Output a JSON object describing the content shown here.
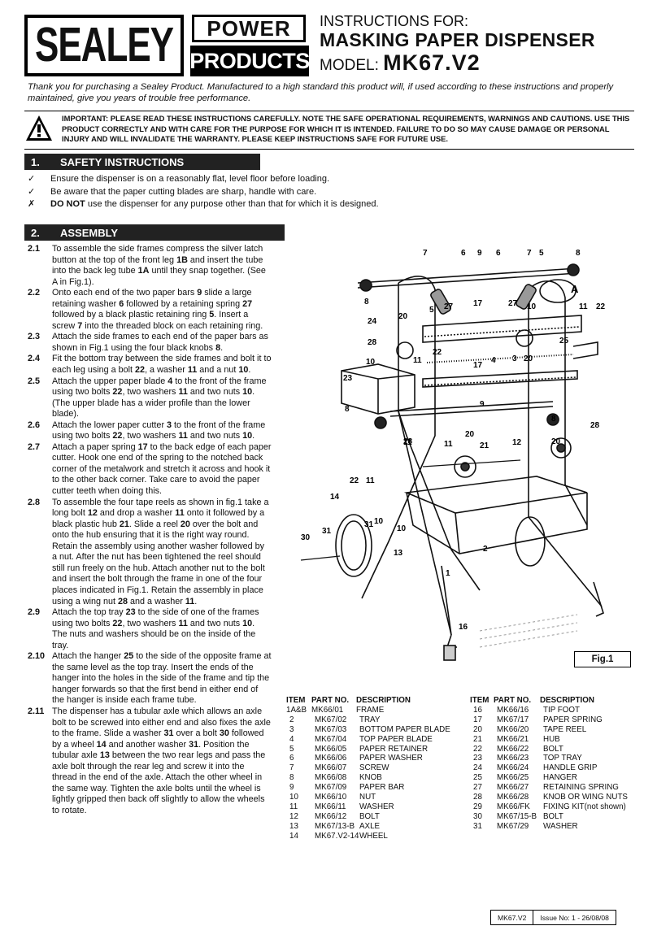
{
  "header": {
    "logo_sealey": "SEALEY",
    "logo_power": "POWER",
    "logo_products": "PRODUCTS",
    "instructions_for": "INSTRUCTIONS FOR:",
    "title": "MASKING PAPER DISPENSER",
    "model_label": "MODEL:",
    "model_number": "MK67.V2"
  },
  "intro": "Thank you for purchasing a Sealey Product. Manufactured to a high standard this product will, if used according to these instructions and properly maintained, give you years of trouble free performance.",
  "warning": "IMPORTANT: PLEASE READ THESE INSTRUCTIONS CAREFULLY. NOTE THE SAFE OPERATIONAL REQUIREMENTS, WARNINGS AND CAUTIONS. USE THIS PRODUCT CORRECTLY AND WITH CARE FOR THE PURPOSE FOR WHICH IT IS INTENDED. FAILURE TO DO SO MAY CAUSE DAMAGE OR PERSONAL INJURY AND WILL INVALIDATE THE WARRANTY. PLEASE KEEP INSTRUCTIONS SAFE FOR FUTURE USE.",
  "section1": {
    "number": "1.",
    "title": "SAFETY INSTRUCTIONS",
    "items": [
      {
        "mark": "✓",
        "text": "Ensure the dispenser is on a reasonably flat, level floor before loading."
      },
      {
        "mark": "✓",
        "text": "Be aware that the paper cutting blades are sharp, handle with care."
      },
      {
        "mark": "✗",
        "text": "DO NOT use the dispenser for any purpose other than that for which it is designed."
      }
    ]
  },
  "section2": {
    "number": "2.",
    "title": "ASSEMBLY",
    "items": [
      {
        "num": "2.1",
        "text": "To assemble the side frames compress the silver latch button at the top of the front leg 1B and insert the tube into the back leg tube 1A until they snap together. (See A in Fig.1)."
      },
      {
        "num": "2.2",
        "text": "Onto each end of the two paper bars 9 slide a large retaining washer 6 followed by a retaining spring 27 followed by a black plastic retaining ring 5. Insert a screw 7 into the threaded block on each retaining ring."
      },
      {
        "num": "2.3",
        "text": "Attach the side frames to each end of the paper bars as shown in Fig.1 using the four black knobs 8."
      },
      {
        "num": "2.4",
        "text": "Fit the bottom tray between the side frames and bolt it to each leg using a bolt 22, a washer 11 and a nut 10."
      },
      {
        "num": "2.5",
        "text": "Attach the upper paper blade 4 to the front of the frame using two bolts 22, two washers 11 and two nuts 10. (The upper blade has a wider profile than the lower blade)."
      },
      {
        "num": "2.6",
        "text": "Attach the lower paper cutter 3 to the front of the frame using two bolts 22, two washers 11 and two nuts 10."
      },
      {
        "num": "2.7",
        "text": "Attach a paper spring 17 to the back edge of each paper cutter. Hook one end of the spring to the notched back corner of the metalwork and stretch it across and hook it to the other back corner. Take care to avoid the paper cutter teeth when doing this."
      },
      {
        "num": "2.8",
        "text": "To assemble the four tape reels as shown in fig.1 take a long bolt 12 and drop a washer 11 onto it followed by a black plastic hub 21. Slide a reel 20 over the bolt and onto the hub ensuring that it is the right way round. Retain the assembly using another washer followed by a nut. After the nut has been tightened the reel should still run freely on the hub. Attach another nut to the bolt and insert the bolt through the frame in one of the four places indicated in Fig.1. Retain the assembly in place using a wing nut 28 and a washer 11."
      },
      {
        "num": "2.9",
        "text": "Attach the top tray 23 to the side of one of the frames using two bolts 22, two washers 11 and two nuts 10. The nuts and washers should be on the inside of the tray."
      },
      {
        "num": "2.10",
        "text": "Attach the hanger 25 to the side of the opposite frame at the same level as the top tray. Insert the ends of the hanger into the holes in the side of the frame and tip the hanger forwards so that the first bend in either end of the hanger is inside each frame tube."
      },
      {
        "num": "2.11",
        "text": "The dispenser has a tubular axle which allows an axle bolt to be screwed into either end and also fixes the axle to the frame. Slide a washer 31 over a bolt 30 followed by a wheel 14 and another washer 31. Position the tubular axle 13 between the two rear legs and pass the axle bolt through the rear leg and screw it into the thread in the end of the axle. Attach the other wheel in the same way. Tighten the axle bolts until the wheel is lightly gripped then back off slightly to allow the wheels to rotate."
      }
    ]
  },
  "figure": {
    "label": "Fig.1",
    "callouts": [
      "7",
      "6",
      "9",
      "6",
      "7",
      "5",
      "8",
      "A",
      "8",
      "5",
      "27",
      "17",
      "27",
      "10",
      "11",
      "22",
      "24",
      "20",
      "25",
      "28",
      "22",
      "11",
      "17",
      "4",
      "3",
      "20",
      "10",
      "23",
      "8",
      "9",
      "8",
      "20",
      "28",
      "11",
      "28",
      "20",
      "21",
      "11",
      "12",
      "22",
      "11",
      "14",
      "10",
      "31",
      "30",
      "31",
      "10",
      "13",
      "2",
      "1",
      "16"
    ]
  },
  "parts_table": {
    "headers": [
      "ITEM",
      "PART NO.",
      "DESCRIPTION"
    ],
    "left": [
      [
        "1A&B",
        "MK66/01",
        "FRAME"
      ],
      [
        "2",
        "MK67/02",
        "TRAY"
      ],
      [
        "3",
        "MK67/03",
        "BOTTOM PAPER BLADE"
      ],
      [
        "4",
        "MK67/04",
        "TOP PAPER BLADE"
      ],
      [
        "5",
        "MK66/05",
        "PAPER RETAINER"
      ],
      [
        "6",
        "MK66/06",
        "PAPER WASHER"
      ],
      [
        "7",
        "MK66/07",
        "SCREW"
      ],
      [
        "8",
        "MK66/08",
        "KNOB"
      ],
      [
        "9",
        "MK67/09",
        "PAPER BAR"
      ],
      [
        "10",
        "MK66/10",
        "NUT"
      ],
      [
        "11",
        "MK66/11",
        "WASHER"
      ],
      [
        "12",
        "MK66/12",
        "BOLT"
      ],
      [
        "13",
        "MK67/13-B",
        "AXLE"
      ],
      [
        "14",
        "MK67.V2-14",
        "WHEEL"
      ]
    ],
    "right": [
      [
        "16",
        "MK66/16",
        "TIP FOOT"
      ],
      [
        "17",
        "MK67/17",
        "PAPER SPRING"
      ],
      [
        "20",
        "MK66/20",
        "TAPE REEL"
      ],
      [
        "21",
        "MK66/21",
        "HUB"
      ],
      [
        "22",
        "MK66/22",
        "BOLT"
      ],
      [
        "23",
        "MK66/23",
        "TOP TRAY"
      ],
      [
        "24",
        "MK66/24",
        "HANDLE GRIP"
      ],
      [
        "25",
        "MK66/25",
        "HANGER"
      ],
      [
        "27",
        "MK66/27",
        "RETAINING SPRING"
      ],
      [
        "28",
        "MK66/28",
        "KNOB OR WING NUTS"
      ],
      [
        "29",
        "MK66/FK",
        "FIXING KIT(not shown)"
      ],
      [
        "30",
        "MK67/15-B",
        "BOLT"
      ],
      [
        "31",
        "MK67/29",
        "WASHER"
      ]
    ]
  },
  "footer": {
    "model": "MK67.V2",
    "issue": "Issue No: 1 - 26/08/08"
  }
}
